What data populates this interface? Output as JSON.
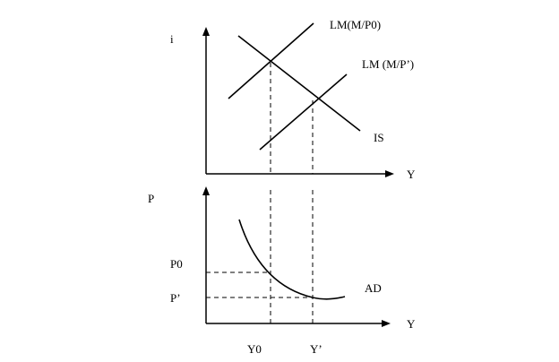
{
  "top_panel": {
    "y_axis_label": "i",
    "x_axis_label": "Y",
    "curves": {
      "lm0": "LM(M/P0)",
      "lm1": "LM (M/P’)",
      "is": "IS"
    }
  },
  "bottom_panel": {
    "y_axis_label": "P",
    "x_axis_label": "Y",
    "curve": "AD",
    "price_levels": [
      "P0",
      "P’"
    ],
    "output_levels": [
      "Y0",
      "Y’"
    ]
  }
}
